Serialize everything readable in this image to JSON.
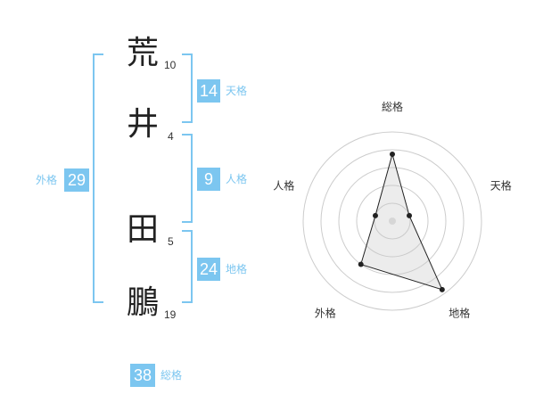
{
  "name": {
    "chars": [
      {
        "char": "荒",
        "strokes": "10"
      },
      {
        "char": "井",
        "strokes": "4"
      },
      {
        "char": "田",
        "strokes": "5"
      },
      {
        "char": "鵬",
        "strokes": "19"
      }
    ]
  },
  "scores": {
    "tenkaku": {
      "value": "14",
      "label": "天格"
    },
    "jinkaku": {
      "value": "9",
      "label": "人格"
    },
    "chikaku": {
      "value": "24",
      "label": "地格"
    },
    "gaikaku": {
      "value": "29",
      "label": "外格"
    },
    "soukaku": {
      "value": "38",
      "label": "総格"
    }
  },
  "chart_data": {
    "type": "radar",
    "axes": [
      "総格",
      "天格",
      "地格",
      "外格",
      "人格"
    ],
    "values": [
      0.75,
      0.2,
      0.95,
      0.6,
      0.2
    ],
    "range": [
      0,
      1
    ],
    "rings": 5
  },
  "colors": {
    "accent": "#7cc6f0",
    "text": "#222222"
  }
}
